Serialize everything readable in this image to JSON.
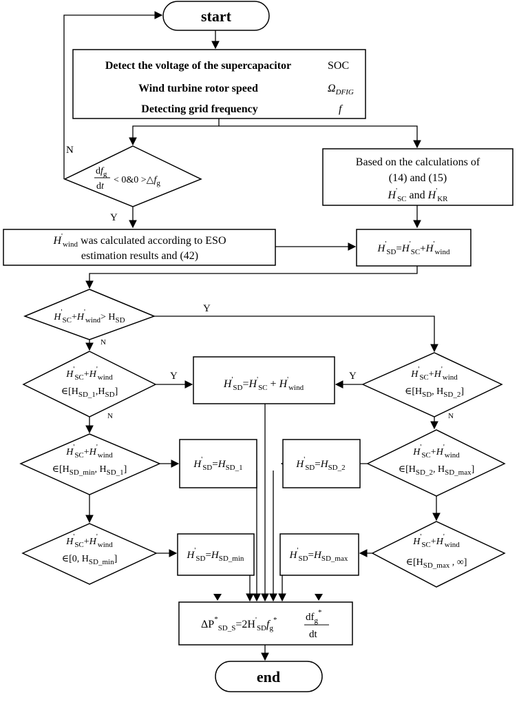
{
  "start": {
    "label": "start"
  },
  "end": {
    "label": "end"
  },
  "detect": {
    "line1": "Detect the voltage of the supercapacitor",
    "line1_var": "SOC",
    "line2": "Wind turbine rotor speed",
    "line2_var": "Ω",
    "line2_var_sub": "DFIG",
    "line3": "Detecting grid frequency",
    "line3_var": "f"
  },
  "cond0": {
    "text": "< 0&0 >△",
    "var": "f",
    "sub": "g"
  },
  "calc1": {
    "line1": "Based on the calculations of",
    "line2": "(14) and (15)",
    "and": "and"
  },
  "wind": {
    "prefix": "H",
    "sub": "wind",
    "text": " was calculated according to ESO",
    "line2": "estimation results and (42)"
  },
  "sd_sum": {
    "lhs": "H",
    "lhs_sub": "SD",
    "eq": "=",
    "a_sub": "SC",
    "b_sub": "wind"
  },
  "branch": {
    "yes": "Y",
    "no": "N"
  },
  "cond1": {
    "rhs": "> H",
    "rhs_sub": "SD"
  },
  "cond2": {
    "range": "∈[H",
    "a": "SD_1",
    "b": ",H",
    "c": "SD",
    "close": "]"
  },
  "cond3": {
    "range": "∈[H",
    "a": "SD",
    "b": ",  H",
    "c": "SD_2",
    "close": "]"
  },
  "cond4": {
    "range": "∈[H",
    "a": "SD_min",
    "b": ",  H",
    "c": "SD_1",
    "close": "]"
  },
  "cond5": {
    "range": "∈[H",
    "a": "SD_2",
    "b": ",  H",
    "c": "SD_max",
    "close": "]"
  },
  "cond6": {
    "range": "∈[0,  H",
    "a": "SD_min",
    "close": "]"
  },
  "cond7": {
    "range": "∈[H",
    "a": "SD_max",
    "b": " ,   ∞",
    "close": "]"
  },
  "box_center": {
    "text": "H'SD=H'SC + H'wind"
  },
  "box_sd1": {
    "sub": "SD_1"
  },
  "box_sd2": {
    "sub": "SD_2"
  },
  "box_sdmin": {
    "sub": "SD_min"
  },
  "box_sdmax": {
    "sub": "SD_max"
  },
  "final": {
    "delta": "ΔP",
    "sub": "SD_S",
    "eq": "=2H",
    "sub2": "SD",
    "f": "f",
    "fsub": "g",
    "num": "df",
    "den": "dt"
  }
}
